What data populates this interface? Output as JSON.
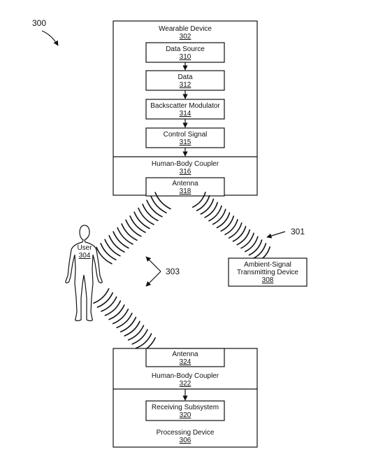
{
  "figure_ref": "300",
  "wearable_device": {
    "title": "Wearable Device",
    "ref": "302",
    "blocks": {
      "data_source": {
        "title": "Data Source",
        "ref": "310"
      },
      "data": {
        "title": "Data",
        "ref": "312"
      },
      "backscatter_modulator": {
        "title": "Backscatter Modulator",
        "ref": "314"
      },
      "control_signal": {
        "title": "Control Signal",
        "ref": "315"
      }
    },
    "coupler": {
      "title": "Human-Body Coupler",
      "ref": "316"
    },
    "antenna": {
      "title": "Antenna",
      "ref": "318"
    }
  },
  "user": {
    "title": "User",
    "ref": "304"
  },
  "ambient_device": {
    "line1": "Ambient-Signal",
    "line2": "Transmitting Device",
    "ref": "308"
  },
  "signal_refs": {
    "ambient": "301",
    "body": "303"
  },
  "processing_device": {
    "title": "Processing Device",
    "ref": "306",
    "antenna": {
      "title": "Antenna",
      "ref": "324"
    },
    "coupler": {
      "title": "Human-Body Coupler",
      "ref": "322"
    },
    "receiving": {
      "title": "Receiving Subsystem",
      "ref": "320"
    }
  }
}
